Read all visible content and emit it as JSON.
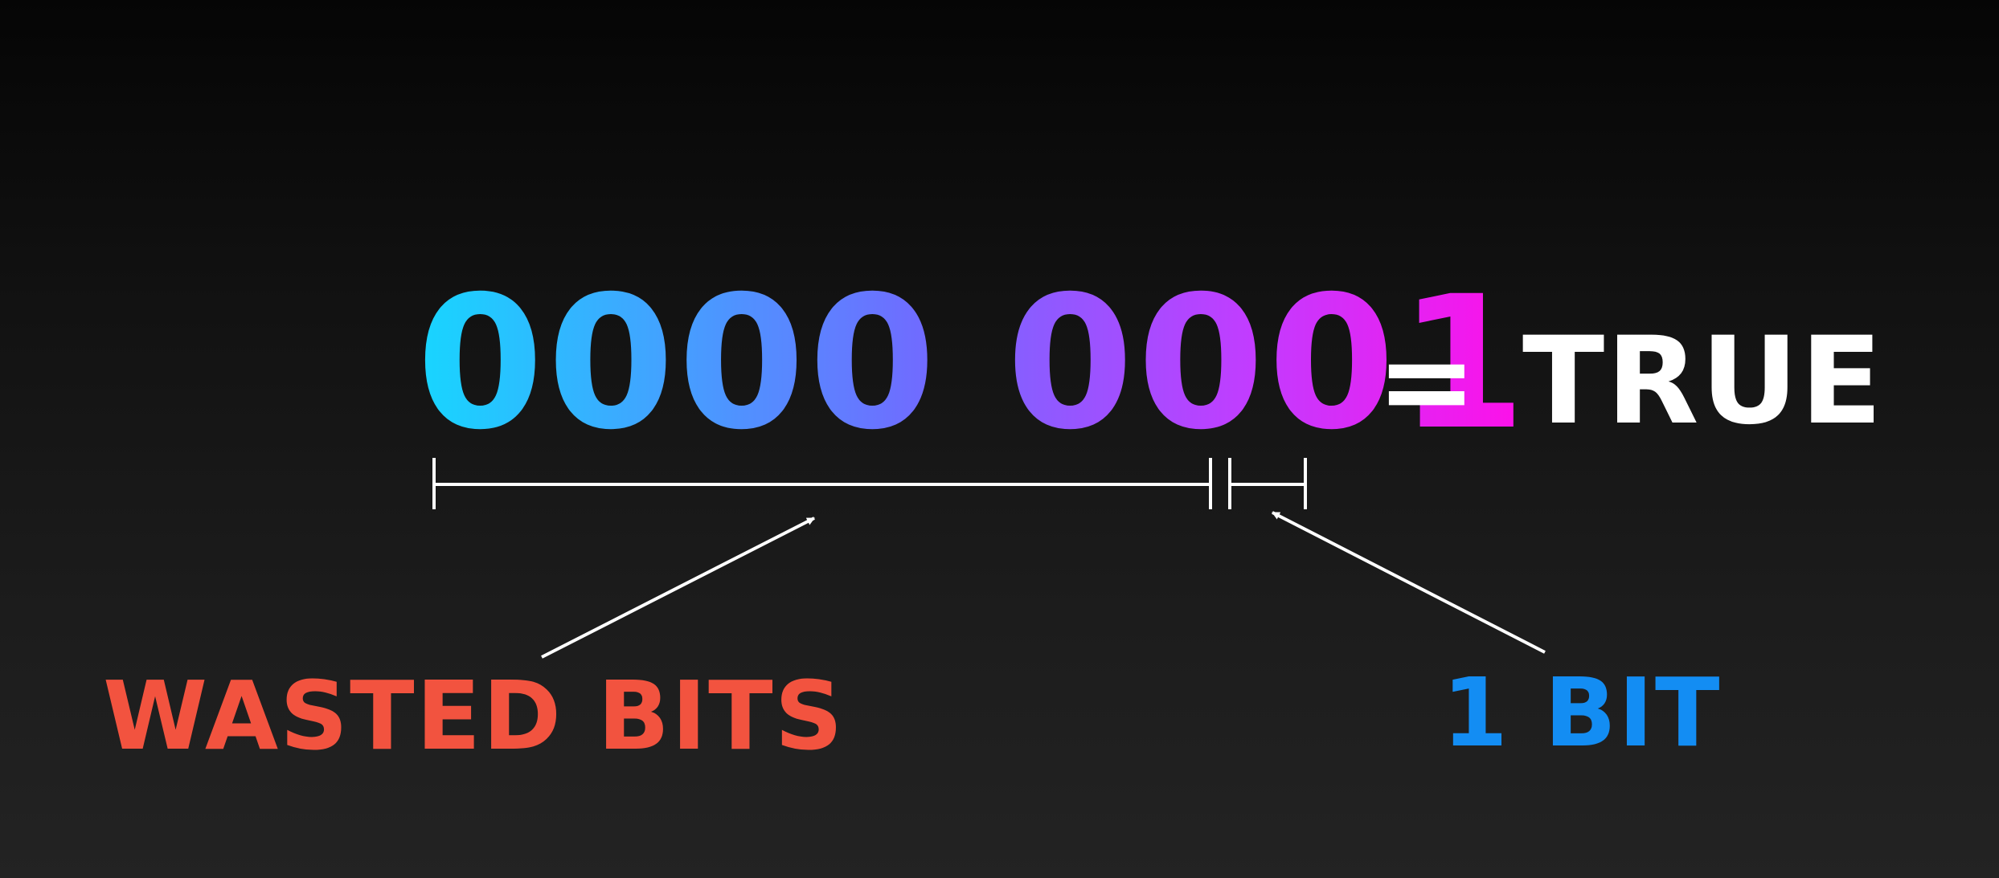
{
  "expression": {
    "binary": "0000 0001",
    "equals_true": "= TRUE"
  },
  "labels": {
    "wasted_bits": "WASTED BITS",
    "one_bit": "1 BIT"
  },
  "colors": {
    "background": "#111111",
    "binary_gradient_start": "#17d6ff",
    "binary_gradient_end": "#ff0fe8",
    "true_text": "#ffffff",
    "wasted_bits": "#f2533f",
    "one_bit": "#138df3",
    "lines": "#ffffff"
  }
}
